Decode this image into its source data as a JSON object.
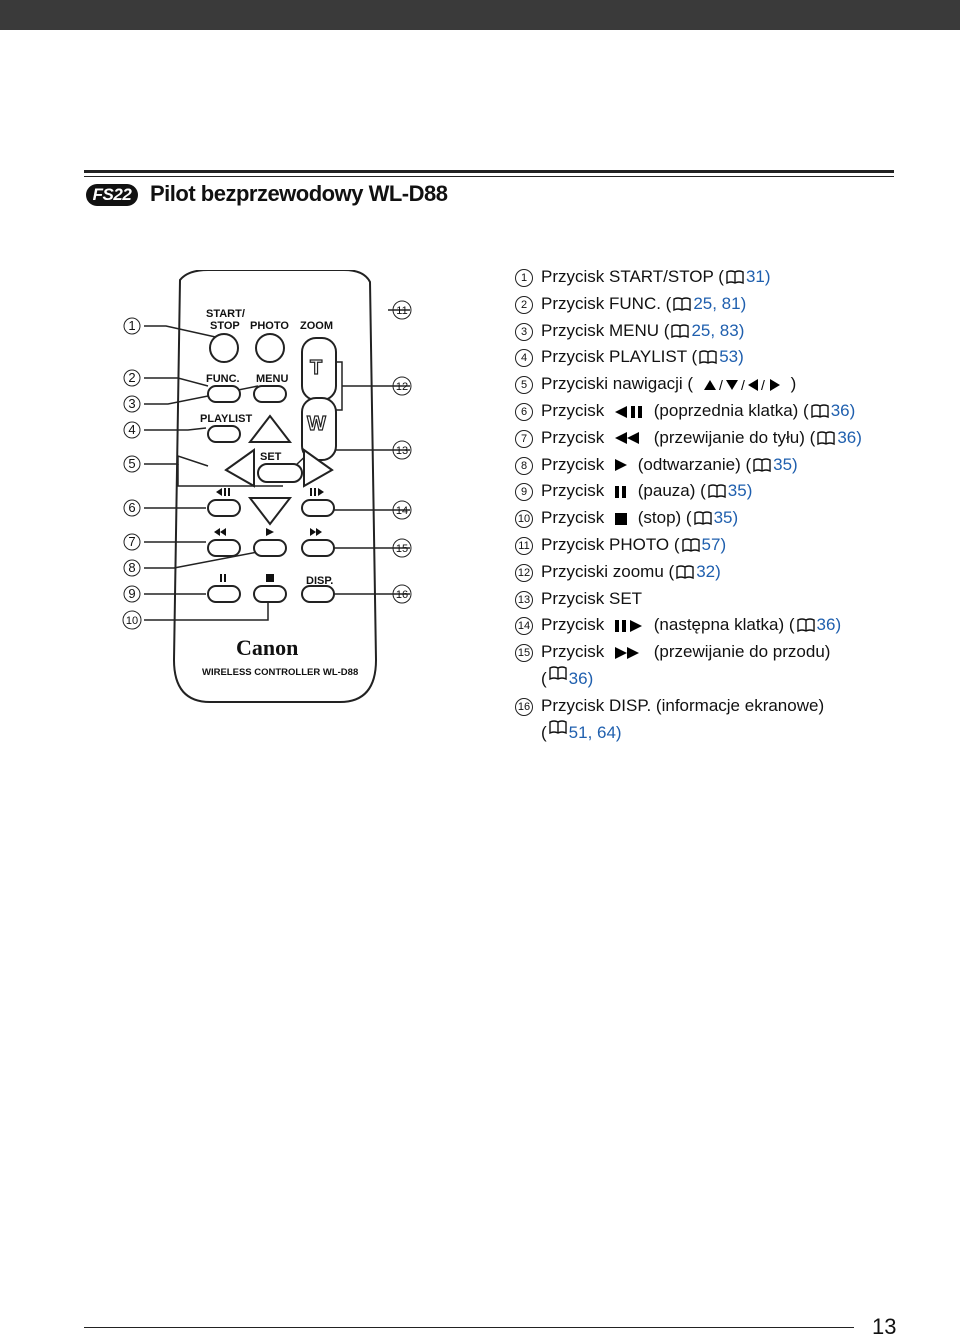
{
  "header": {
    "badge": "FS22",
    "title": "Pilot bezprzewodowy WL-D88"
  },
  "remote": {
    "labels": {
      "start_stop_1": "START/",
      "start_stop_2": "STOP",
      "photo": "PHOTO",
      "zoom": "ZOOM",
      "func": "FUNC.",
      "menu": "MENU",
      "playlist": "PLAYLIST",
      "set": "SET",
      "disp": "DISP.",
      "zoom_t": "T",
      "zoom_w": "W",
      "brand": "Canon",
      "model": "WIRELESS CONTROLLER WL-D88"
    },
    "callouts_left": [
      "1",
      "2",
      "3",
      "4",
      "5",
      "6",
      "7",
      "8",
      "9",
      "10"
    ],
    "callouts_right": [
      "11",
      "12",
      "13",
      "14",
      "15",
      "16"
    ]
  },
  "items": [
    {
      "n": "1",
      "pre": "Przycisk START/STOP (",
      "ref": "31)",
      "glyph": ""
    },
    {
      "n": "2",
      "pre": "Przycisk FUNC. (",
      "ref": "25, 81)",
      "glyph": ""
    },
    {
      "n": "3",
      "pre": "Przycisk MENU (",
      "ref": "25, 83)",
      "glyph": ""
    },
    {
      "n": "4",
      "pre": "Przycisk PLAYLIST (",
      "ref": "53)",
      "glyph": ""
    },
    {
      "n": "5",
      "pre": "Przyciski nawigacji (",
      "post": ")",
      "glyph": "nav"
    },
    {
      "n": "6",
      "pre": "Przycisk",
      "post": "(poprzednia klatka) (",
      "ref": "36)",
      "glyph": "prevframe"
    },
    {
      "n": "7",
      "pre": "Przycisk",
      "post": "(przewijanie do tyłu) (",
      "ref": "36)",
      "glyph": "rew"
    },
    {
      "n": "8",
      "pre": "Przycisk",
      "post": "(odtwarzanie) (",
      "ref": "35)",
      "glyph": "play"
    },
    {
      "n": "9",
      "pre": "Przycisk",
      "post": "(pauza) (",
      "ref": "35)",
      "glyph": "pause"
    },
    {
      "n": "10",
      "pre": "Przycisk",
      "post": "(stop) (",
      "ref": "35)",
      "glyph": "stop"
    },
    {
      "n": "11",
      "pre": "Przycisk PHOTO (",
      "ref": "57)",
      "glyph": ""
    },
    {
      "n": "12",
      "pre": "Przyciski zoomu (",
      "ref": "32)",
      "glyph": ""
    },
    {
      "n": "13",
      "pre": "Przycisk SET",
      "glyph": ""
    },
    {
      "n": "14",
      "pre": "Przycisk",
      "post": "(następna klatka) (",
      "ref": "36)",
      "glyph": "nextframe"
    },
    {
      "n": "15",
      "pre": "Przycisk",
      "post": "(przewijanie do przodu)",
      "cont_pre": "(",
      "cont_ref": "36)",
      "glyph": "ff"
    },
    {
      "n": "16",
      "pre": "Przycisk DISP. (informacje ekranowe)",
      "cont_pre": "(",
      "cont_ref": "51, 64)",
      "glyph": ""
    }
  ],
  "page_number": "13"
}
